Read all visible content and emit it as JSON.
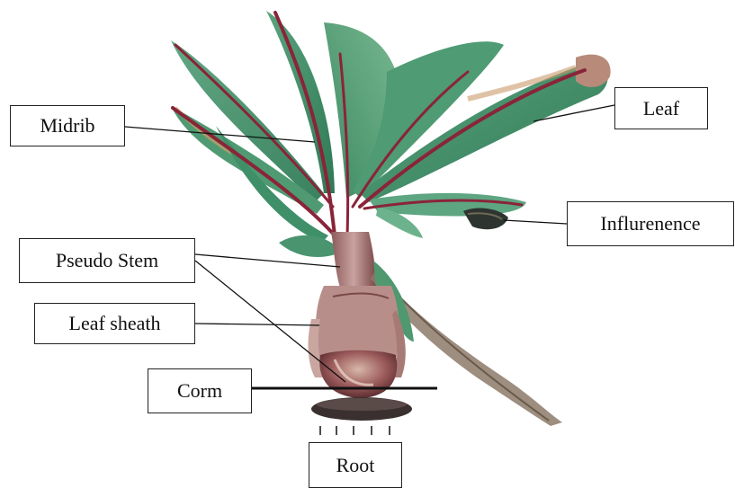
{
  "labels": {
    "midrib": "Midrib",
    "leaf": "Leaf",
    "influrenence": "Influrenence",
    "pseudo_stem": "Pseudo Stem",
    "leaf_sheath": "Leaf sheath",
    "corm": "Corm",
    "root": "Root"
  },
  "colors": {
    "leaf_green": "#3f8f68",
    "leaf_light": "#6fb08a",
    "midrib_red": "#8a2438",
    "sheath_pink": "#b98a8a",
    "corm_dark": "#6a3a3a",
    "root_soil": "#3a3030",
    "leader_line": "#111111"
  }
}
